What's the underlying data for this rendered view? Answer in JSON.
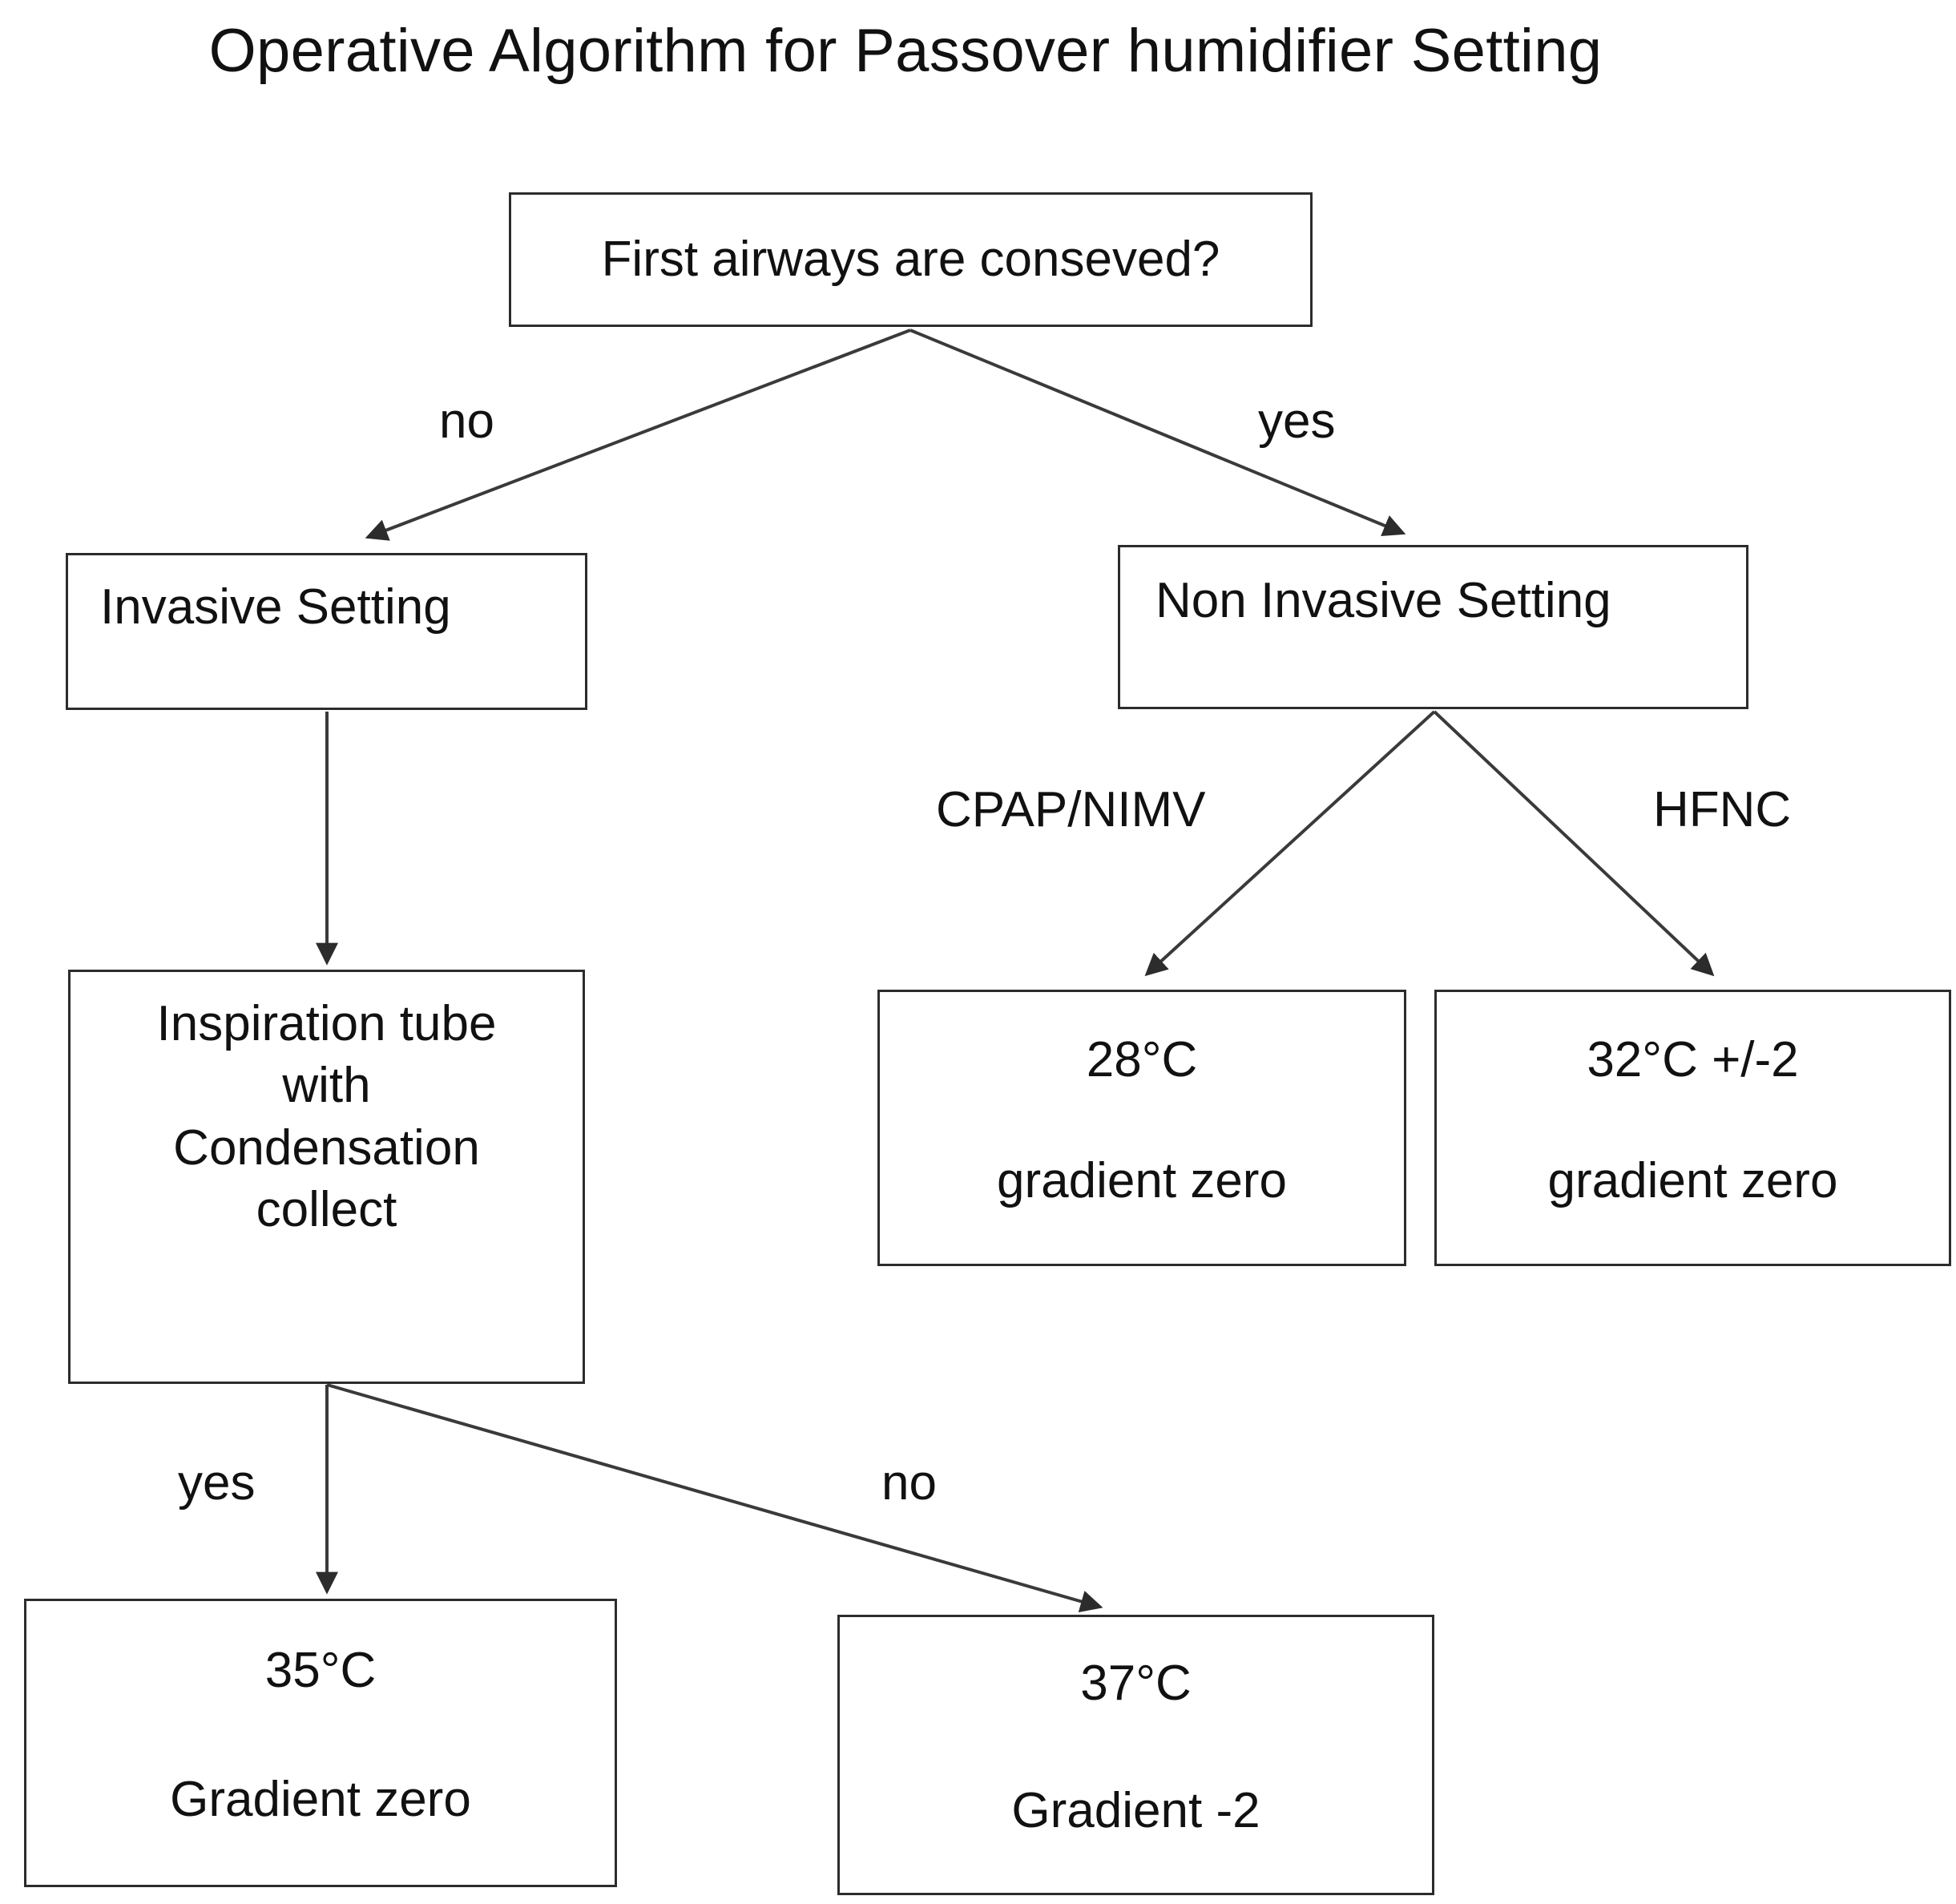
{
  "title": "Operative Algorithm for Passover humidifier Setting",
  "colors": {
    "background": "#ffffff",
    "box_border": "#2c2c2c",
    "text": "#111111",
    "edge": "#3a3a3a"
  },
  "nodes": {
    "decision": {
      "text": "First airways are conseved?"
    },
    "invasive": {
      "text": "Invasive Setting"
    },
    "noninvasive": {
      "text": "Non Invasive Setting"
    },
    "inspiration": {
      "line1": "Inspiration tube",
      "line2": "with",
      "line3": "Condensation",
      "line4": "collect"
    },
    "cpap_result": {
      "line1": "28°C",
      "line2": "gradient zero"
    },
    "hfnc_result": {
      "line1": "32°C +/-2",
      "line2": "gradient zero"
    },
    "result_35": {
      "line1": "35°C",
      "line2": "Gradient zero"
    },
    "result_37": {
      "line1": "37°C",
      "line2": "Gradient -2"
    }
  },
  "edge_labels": {
    "decision_no": "no",
    "decision_yes": "yes",
    "noninvasive_cpap": "CPAP/NIMV",
    "noninvasive_hfnc": "HFNC",
    "condensation_yes": "yes",
    "condensation_no": "no"
  },
  "chart_data": {
    "type": "table",
    "title": "Operative Algorithm for Passover humidifier Setting",
    "edges": [
      {
        "from": "First airways are conseved?",
        "to": "Invasive Setting",
        "label": "no"
      },
      {
        "from": "First airways are conseved?",
        "to": "Non Invasive Setting",
        "label": "yes"
      },
      {
        "from": "Invasive Setting",
        "to": "Inspiration tube with Condensation collect",
        "label": ""
      },
      {
        "from": "Non Invasive Setting",
        "to": "28°C gradient zero",
        "label": "CPAP/NIMV"
      },
      {
        "from": "Non Invasive Setting",
        "to": "32°C +/-2 gradient zero",
        "label": "HFNC"
      },
      {
        "from": "Inspiration tube with Condensation collect",
        "to": "35°C Gradient zero",
        "label": "yes"
      },
      {
        "from": "Inspiration tube with Condensation collect",
        "to": "37°C Gradient -2",
        "label": "no"
      }
    ]
  }
}
